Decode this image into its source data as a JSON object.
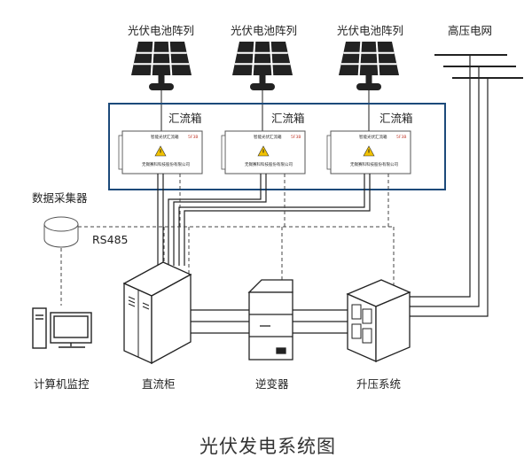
{
  "panel_labels": [
    "光伏电池阵列",
    "光伏电池阵列",
    "光伏电池阵列"
  ],
  "grid_label": "高压电网",
  "combiner_labels": [
    "汇流箱",
    "汇流箱",
    "汇流箱"
  ],
  "combiner_box_text": {
    "title": "智能光伏汇流箱",
    "brand": "5F3B",
    "maker": "无锡赛科科技股份有限公司"
  },
  "collector_label": "数据采集器",
  "protocol_label": "RS485",
  "computer_label": "计算机监控",
  "dc_cabinet_label": "直流柜",
  "inverter_label": "逆变器",
  "booster_label": "升压系统",
  "diagram_title": "光伏发电系统图",
  "colors": {
    "frame": "#1c4a7a",
    "line": "#222222",
    "warning": "#f2c200"
  }
}
